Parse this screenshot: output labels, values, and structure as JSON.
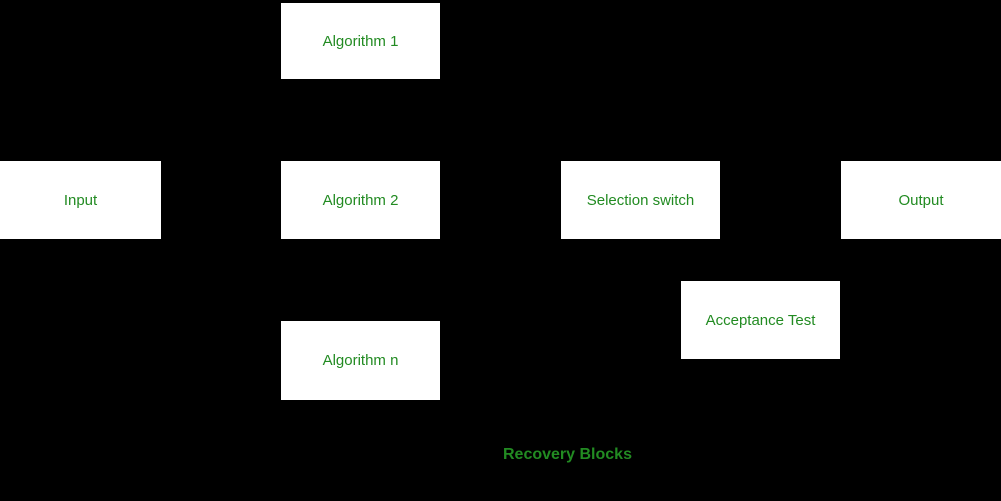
{
  "diagram": {
    "caption": "Recovery Blocks",
    "colors": {
      "background": "#000000",
      "box_fill": "#ffffff",
      "text_green": "#228B22"
    },
    "nodes": {
      "input": {
        "label": "Input"
      },
      "algorithm_1": {
        "label": "Algorithm 1"
      },
      "algorithm_2": {
        "label": "Algorithm 2"
      },
      "algorithm_n": {
        "label": "Algorithm n"
      },
      "selection_switch": {
        "label": "Selection switch"
      },
      "output": {
        "label": "Output"
      },
      "acceptance_test": {
        "label": "Acceptance Test"
      }
    }
  }
}
